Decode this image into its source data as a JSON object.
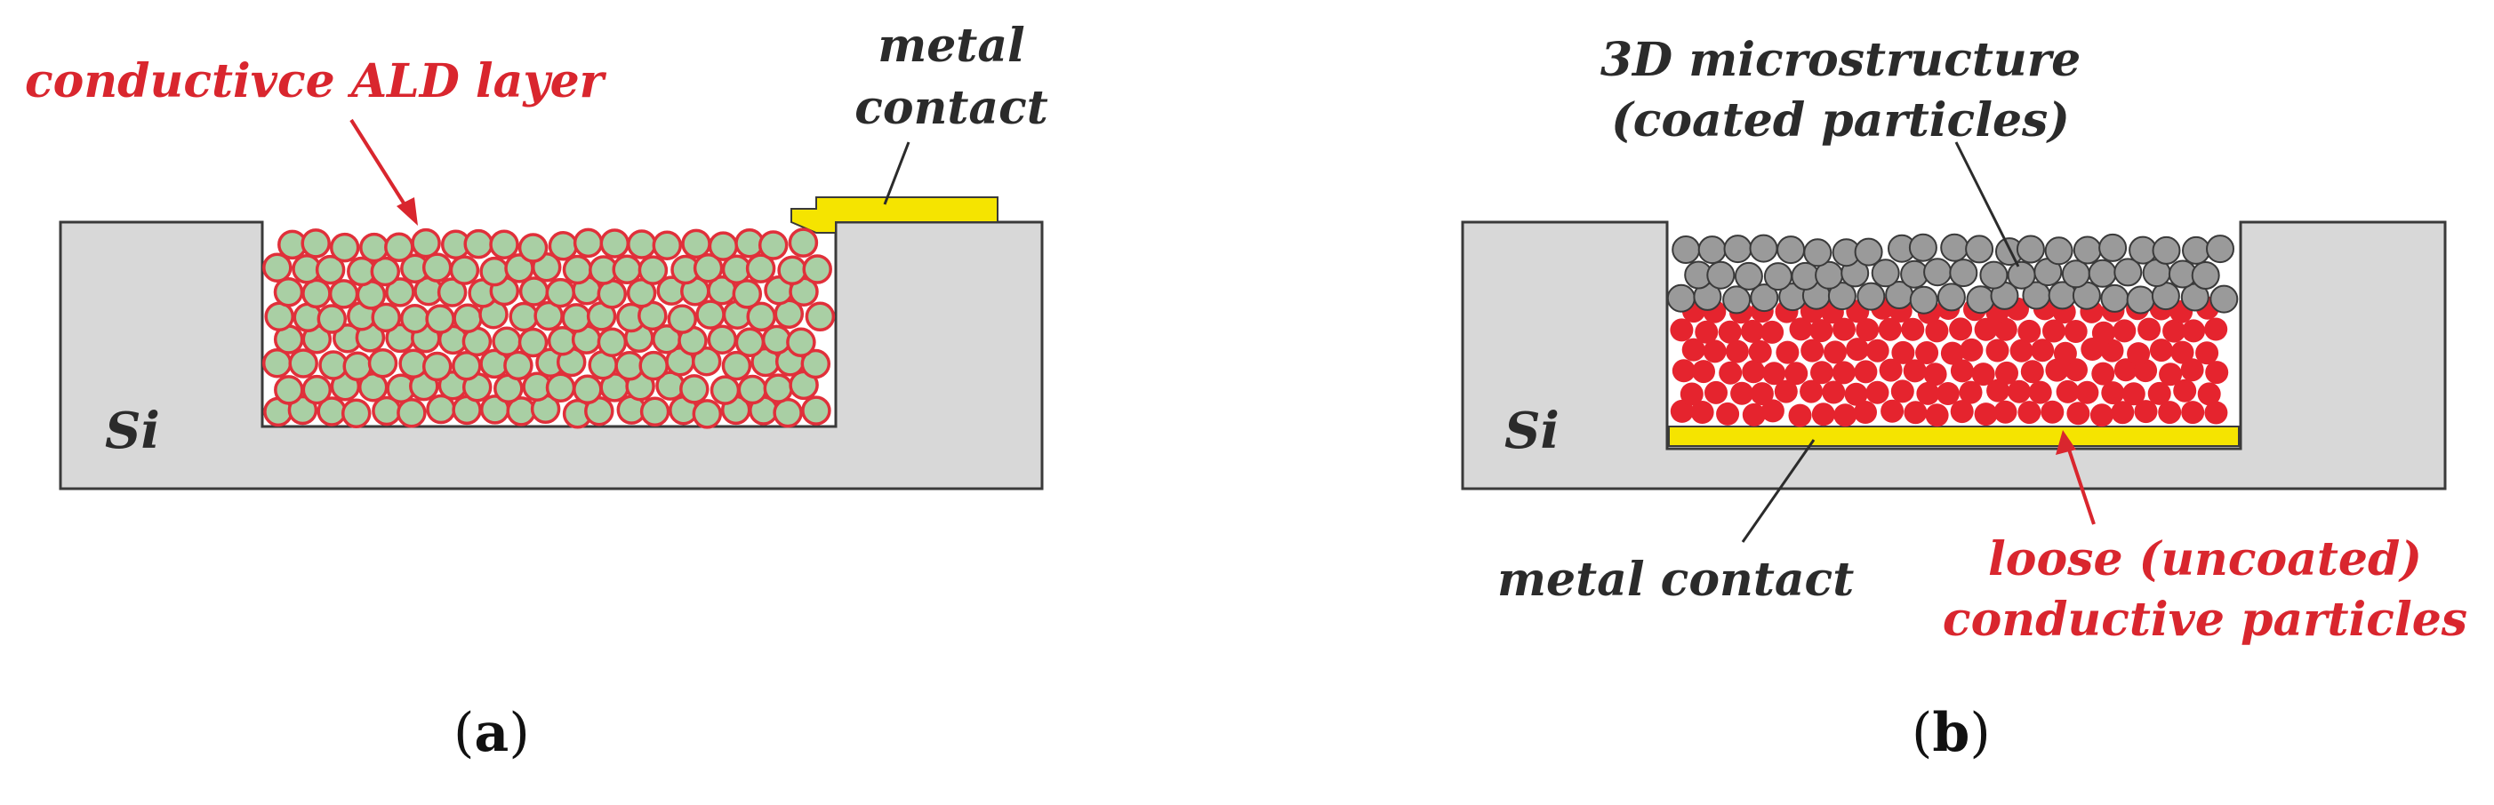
{
  "panel_a": {
    "label_ald": "conductivce ALD layer",
    "label_metal_line1": "metal",
    "label_metal_line2": "contact",
    "label_si": "Si",
    "caption_letter": "a"
  },
  "panel_b": {
    "label_3d_line1": "3D microstructure",
    "label_3d_line2": "(coated particles)",
    "label_loose_line1": "loose (uncoated)",
    "label_loose_line2": "conductive particles",
    "label_metal": "metal contact",
    "label_si": "Si",
    "caption_letter": "b"
  },
  "colors": {
    "silicon": "#d8d8d8",
    "outline": "#3a3a3a",
    "metal": "#f5e400",
    "coated_fill": "#a9cfa4",
    "coated_ring": "#e0303a",
    "loose": "#e5242e",
    "microstructure": "#9a9a9a",
    "red_text": "#d9262e",
    "dark_text": "#2b2b2b"
  }
}
